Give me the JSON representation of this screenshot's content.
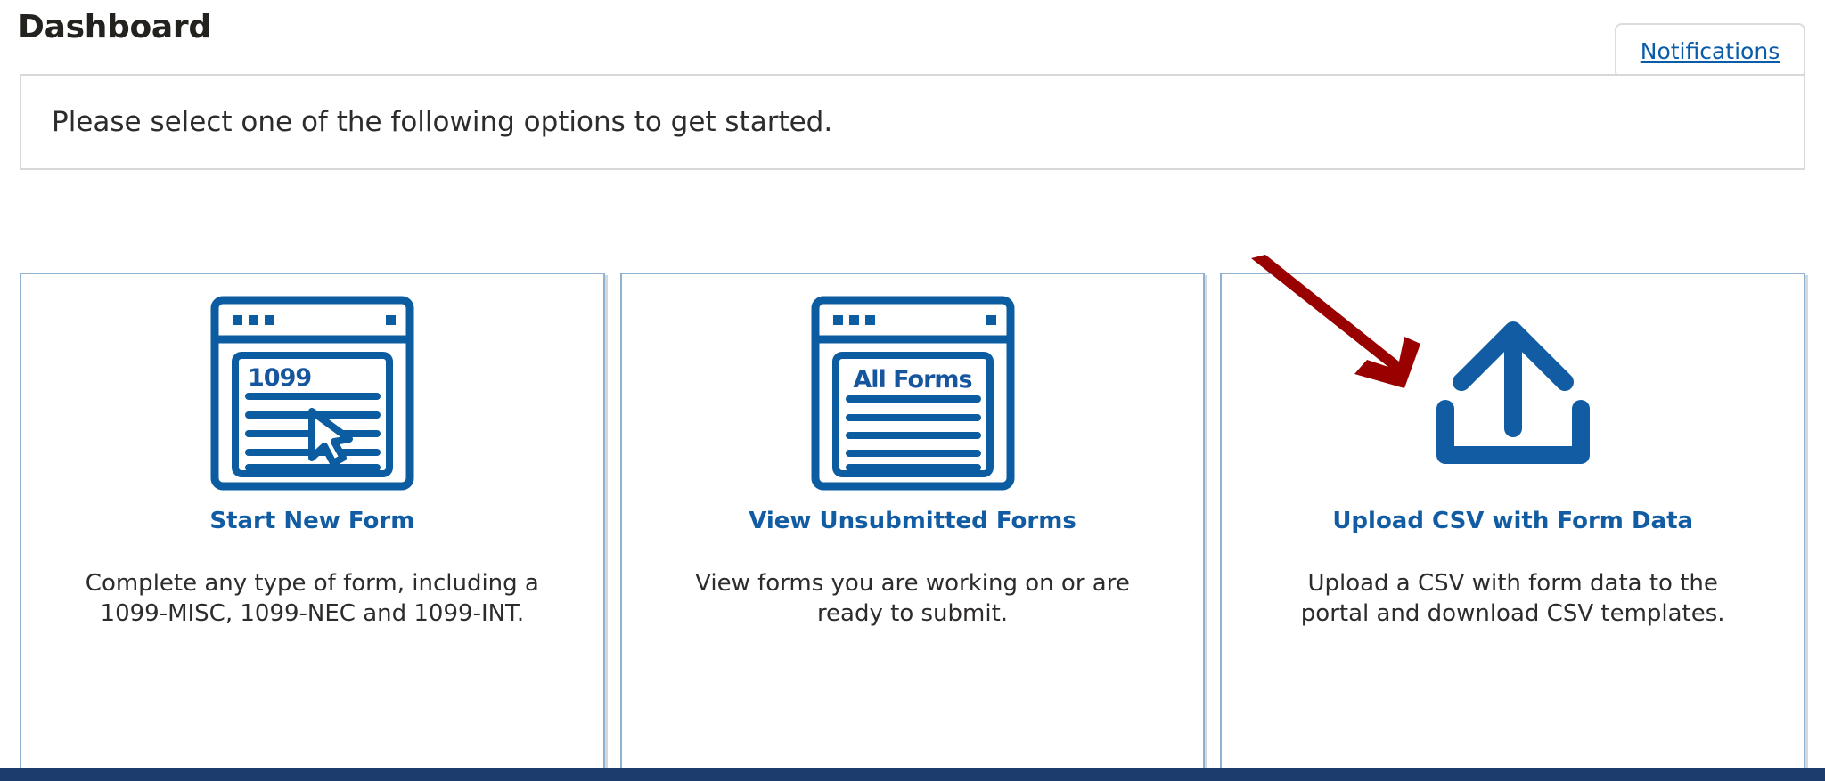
{
  "header": {
    "title": "Dashboard",
    "notifications_label": "Notifications"
  },
  "info_panel": {
    "message": "Please select one of the following options to get started."
  },
  "cards": [
    {
      "icon": "form-1099-window-icon",
      "icon_text": "1099",
      "title": "Start New Form",
      "description": "Complete any type of form, including a 1099-MISC, 1099-NEC and 1099-INT."
    },
    {
      "icon": "all-forms-window-icon",
      "icon_text": "All Forms",
      "title": "View Unsubmitted Forms",
      "description": "View forms you are working on or are ready to submit."
    },
    {
      "icon": "upload-tray-icon",
      "icon_text": "",
      "title": "Upload CSV with Form Data",
      "description": "Upload a CSV with form data to the portal and download CSV templates."
    }
  ],
  "annotation": {
    "name": "red-pointer-arrow",
    "target": "Upload CSV with Form Data",
    "color": "#990000"
  },
  "colors": {
    "brand_blue": "#115ca2",
    "link_blue": "#0a5ba8",
    "card_border": "#8fb2d2",
    "panel_border": "#d8d8d8",
    "footer_navy": "#1d3c6e",
    "annotation_red": "#990000",
    "text_dark": "#2e2c2a"
  }
}
